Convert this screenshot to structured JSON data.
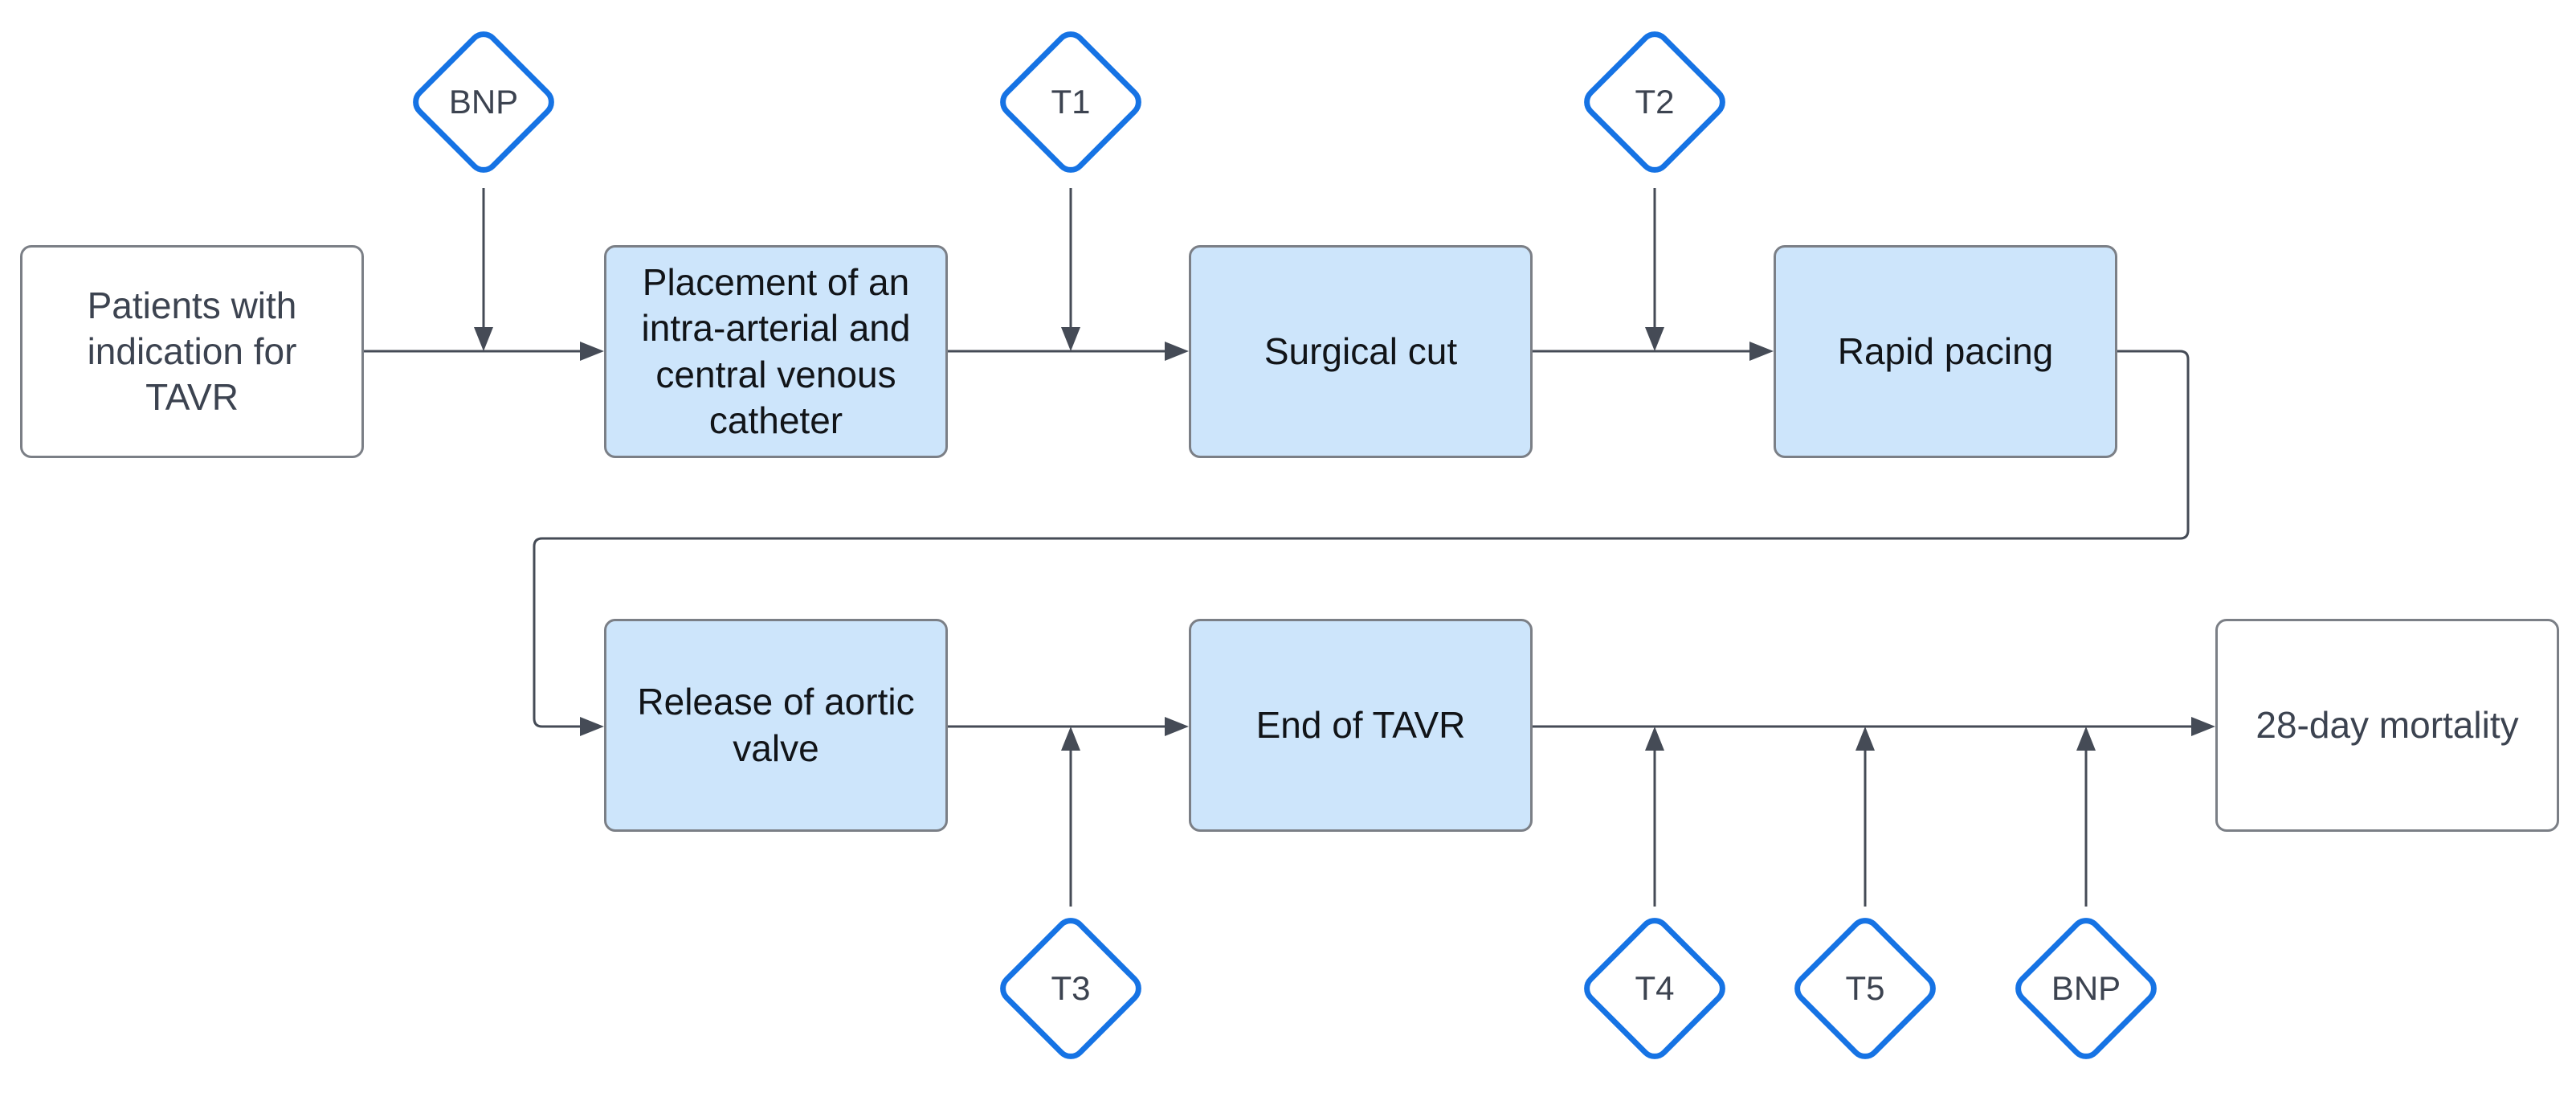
{
  "boxes": [
    {
      "id": "patients",
      "lines": [
        "Patients with",
        "indication for",
        "TAVR"
      ]
    },
    {
      "id": "placement",
      "lines": [
        "Placement of an",
        "intra-arterial and",
        "central venous",
        "catheter"
      ]
    },
    {
      "id": "surgical-cut",
      "lines": [
        "Surgical cut"
      ]
    },
    {
      "id": "rapid-pacing",
      "lines": [
        "Rapid pacing"
      ]
    },
    {
      "id": "release",
      "lines": [
        "Release of aortic",
        "valve"
      ]
    },
    {
      "id": "end-tavr",
      "lines": [
        "End of TAVR"
      ]
    },
    {
      "id": "mortality",
      "lines": [
        "28-day mortality"
      ]
    }
  ],
  "timepoints": [
    {
      "id": "bnp-top",
      "label": "BNP"
    },
    {
      "id": "t1",
      "label": "T1"
    },
    {
      "id": "t2",
      "label": "T2"
    },
    {
      "id": "t3",
      "label": "T3"
    },
    {
      "id": "t4",
      "label": "T4"
    },
    {
      "id": "t5",
      "label": "T5"
    },
    {
      "id": "bnp-bottom",
      "label": "BNP"
    }
  ],
  "colors": {
    "process_fill": "#cde5fb",
    "terminal_fill": "#ffffff",
    "box_border": "#7b7f86",
    "marker_border": "#1673e4",
    "arrow": "#454b56"
  }
}
